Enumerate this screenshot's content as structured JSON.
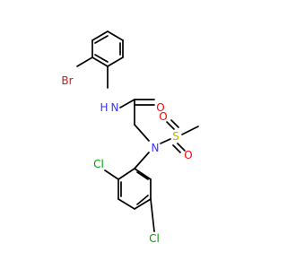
{
  "colors": {
    "bond": "#000000",
    "N": "#3333ff",
    "O": "#ff0000",
    "S": "#b3b300",
    "Cl": "#00a000",
    "Br": "#a52a2a"
  },
  "atoms": {
    "br": "Br",
    "nh": "N",
    "h": "H",
    "o_amide": "O",
    "n_sulf": "N",
    "s": "S",
    "o_s1": "O",
    "o_s2": "O",
    "cl1": "Cl",
    "cl2": "Cl"
  }
}
